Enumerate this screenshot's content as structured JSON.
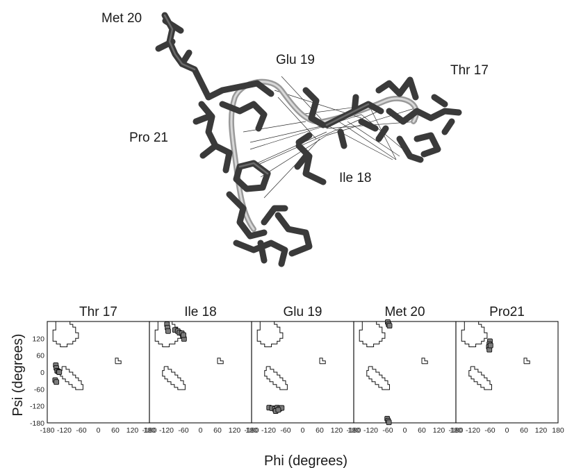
{
  "structure": {
    "residue_labels": [
      {
        "id": "met20",
        "text": "Met 20"
      },
      {
        "id": "glu19",
        "text": "Glu 19"
      },
      {
        "id": "thr17",
        "text": "Thr 17"
      },
      {
        "id": "pro21",
        "text": "Pro 21"
      },
      {
        "id": "ile18",
        "text": "Ile 18"
      }
    ]
  },
  "chart_data": {
    "type": "scatter",
    "xlabel": "Phi (degrees)",
    "ylabel": "Psi (degrees)",
    "xlim": [
      -180,
      180
    ],
    "ylim": [
      -180,
      180
    ],
    "x_ticks": [
      -180,
      -120,
      -60,
      0,
      60,
      120,
      180
    ],
    "y_ticks": [
      -180,
      -120,
      -60,
      0,
      60,
      120
    ],
    "panels": [
      {
        "title": "Thr 17",
        "points": [
          [
            -150,
            25
          ],
          [
            -148,
            15
          ],
          [
            -145,
            5
          ],
          [
            -140,
            2
          ],
          [
            -152,
            -28
          ],
          [
            -148,
            -35
          ],
          [
            -138,
            0
          ]
        ]
      },
      {
        "title": "Ile 18",
        "points": [
          [
            -118,
            170
          ],
          [
            -116,
            158
          ],
          [
            -114,
            146
          ],
          [
            -90,
            150
          ],
          [
            -80,
            146
          ],
          [
            -74,
            140
          ],
          [
            -66,
            138
          ],
          [
            -62,
            128
          ],
          [
            -58,
            118
          ],
          [
            -60,
            132
          ]
        ]
      },
      {
        "title": "Glu 19",
        "points": [
          [
            -118,
            -126
          ],
          [
            -108,
            -128
          ],
          [
            -98,
            -131
          ],
          [
            -90,
            -126
          ],
          [
            -82,
            -130
          ],
          [
            -74,
            -127
          ],
          [
            -95,
            -138
          ],
          [
            -86,
            -134
          ]
        ]
      },
      {
        "title": "Met 20",
        "points": [
          [
            -60,
            178
          ],
          [
            -57,
            170
          ],
          [
            -54,
            165
          ],
          [
            -62,
            -165
          ],
          [
            -59,
            -172
          ],
          [
            -56,
            -178
          ]
        ]
      },
      {
        "title": "Pro21",
        "points": [
          [
            -60,
            110
          ],
          [
            -62,
            100
          ],
          [
            -64,
            90
          ],
          [
            -62,
            80
          ],
          [
            -58,
            95
          ]
        ]
      }
    ]
  }
}
